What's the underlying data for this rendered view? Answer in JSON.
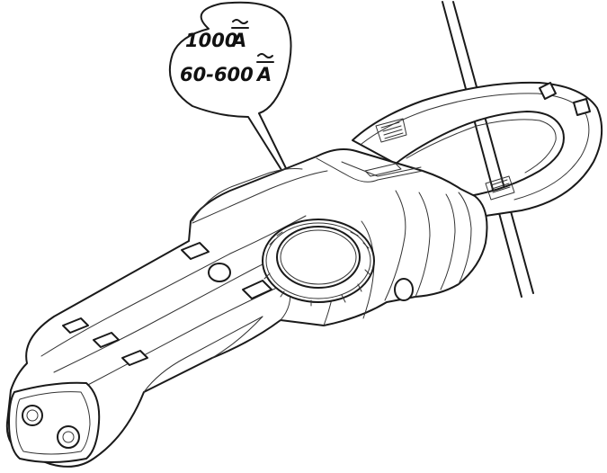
{
  "callout": {
    "line1": "1000",
    "line1_unit": "A",
    "line2": "60-600",
    "line2_unit": "A"
  },
  "colors": {
    "stroke": "#1a1a1a",
    "background": "#ffffff"
  }
}
